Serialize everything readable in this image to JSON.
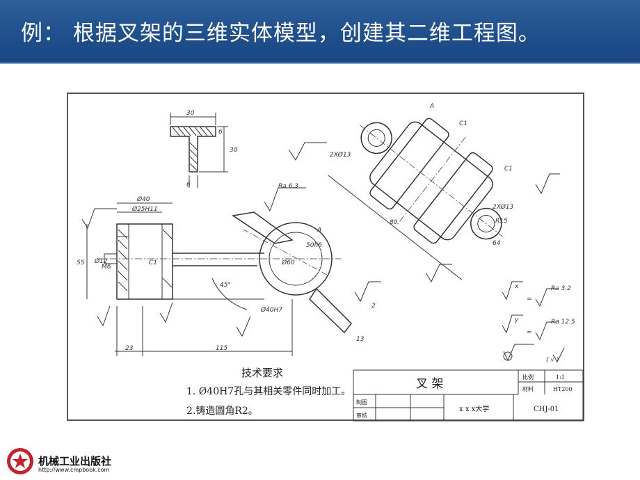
{
  "header": {
    "title": "例：  根据叉架的三维实体模型，创建其二维工程图。"
  },
  "drawing": {
    "tech_requirements": {
      "title": "技术要求",
      "items": [
        "1. Ø40H7孔与其相关零件同时加工。",
        "2.铸造圆角R2。"
      ]
    },
    "title_block": {
      "part_name": "叉 架",
      "scale_label": "比例",
      "scale_value": "1:1",
      "material_label": "材料",
      "material_value": "HT200",
      "drawn_label": "制图",
      "checked_label": "审核",
      "school": "x x x大学",
      "drawing_no": "CHJ-01"
    },
    "dimensions": {
      "d30_top": "30",
      "d6_top": "6",
      "d30_side": "30",
      "d6_bottom": "6",
      "phi40": "Ø40",
      "phi25": "Ø25H11",
      "d55": "55",
      "phi12": "Ø12",
      "m6": "M6",
      "c1_left": "C1",
      "d23": "23",
      "d115": "115",
      "angle45": "45°",
      "phi60": "Ø60",
      "phi40h7": "Ø40H7",
      "d50h6": "50h6",
      "d13": "13",
      "d2": "2",
      "ra63": "Ra 6.3",
      "view_a_1": "A",
      "view_a_2": "A",
      "c1_a": "C1",
      "c1_b": "C1",
      "hole2x13_a": "2XØ13",
      "hole2x13_b": "2XØ13",
      "r15": "R15",
      "d80": "80",
      "d64": "64"
    },
    "roughness": {
      "x_sym": "x",
      "y_sym": "y",
      "ra32": "Ra 3.2",
      "ra125": "Ra 12.5",
      "eq": "=",
      "paren": "( √ )"
    }
  },
  "publisher": {
    "name": "机械工业出版社",
    "url": "http://www.cmpbook.com"
  },
  "colors": {
    "header_bg": "#1f4f8c",
    "title_text": "#ffffff",
    "logo_red": "#c8202a"
  }
}
